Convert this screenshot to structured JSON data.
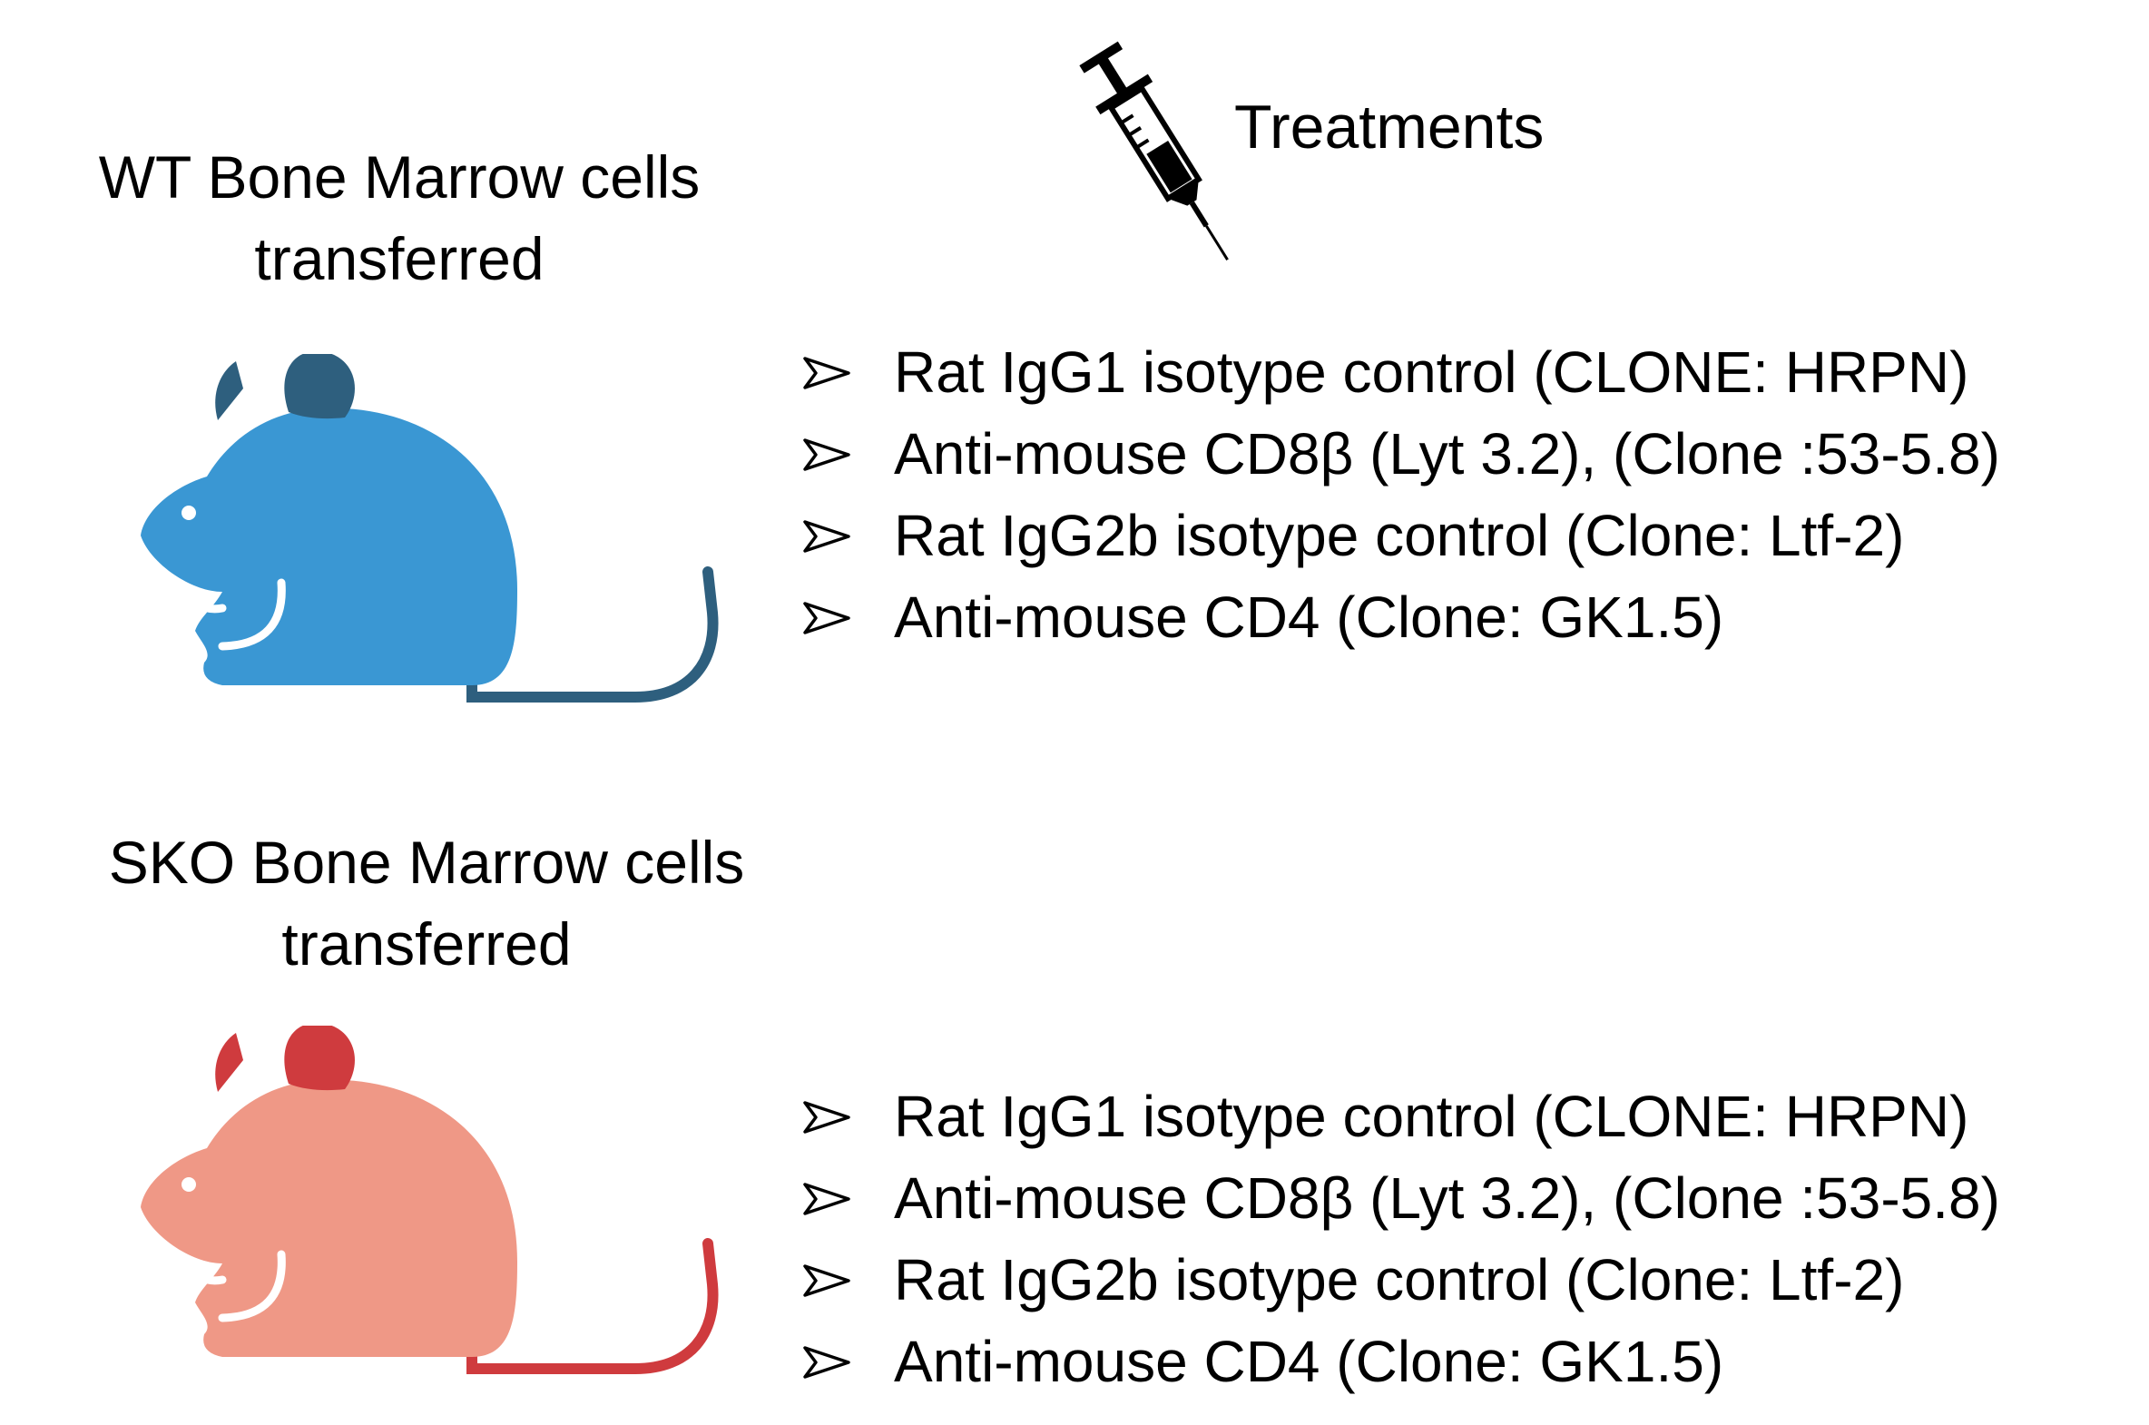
{
  "colors": {
    "wt_body": "#3A97D3",
    "wt_dark": "#2E5F7E",
    "sko_body": "#EF9886",
    "sko_dark": "#CF3B3E",
    "text": "#000000"
  },
  "header": {
    "treatments_title": "Treatments",
    "syringe_icon": "syringe-icon"
  },
  "groups": [
    {
      "label_line1": "WT Bone Marrow cells",
      "label_line2": "transferred",
      "icon": "mouse-icon",
      "treatments": [
        "Rat IgG1 isotype control (CLONE: HRPN)",
        "Anti-mouse CD8β (Lyt 3.2), (Clone :53-5.8)",
        "Rat IgG2b isotype control (Clone: Ltf-2)",
        "Anti-mouse CD4 (Clone: GK1.5)"
      ]
    },
    {
      "label_line1": "SKO Bone Marrow cells",
      "label_line2": "transferred",
      "icon": "mouse-icon",
      "treatments": [
        "Rat IgG1 isotype control (CLONE: HRPN)",
        "Anti-mouse CD8β (Lyt 3.2), (Clone :53-5.8)",
        "Rat IgG2b isotype control (Clone: Ltf-2)",
        "Anti-mouse CD4 (Clone: GK1.5)"
      ]
    }
  ]
}
